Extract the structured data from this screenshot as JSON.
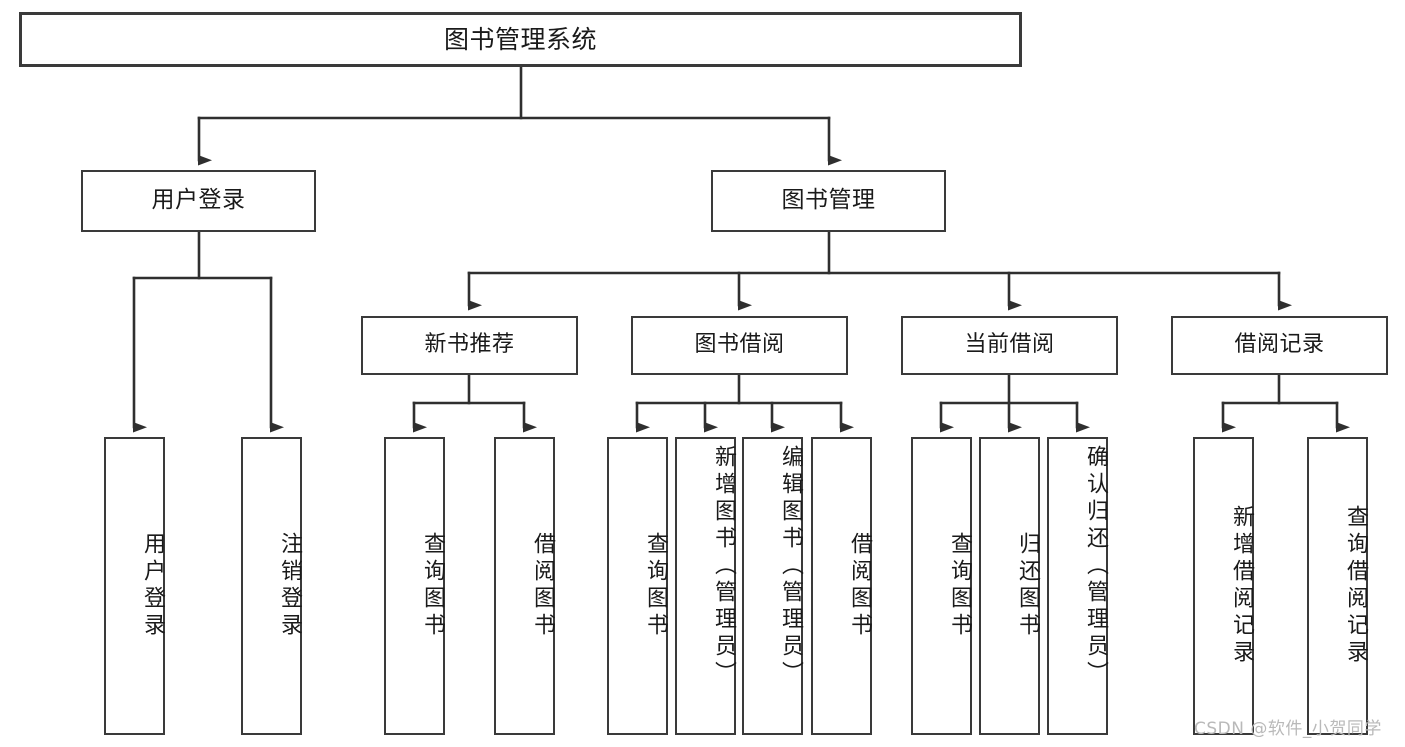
{
  "diagram": {
    "type": "tree",
    "title": "图书管理系统",
    "watermark": "CSDN @软件_小贺同学",
    "colors": {
      "box_border": "#3a3a3a",
      "box_fill": "#ffffff",
      "connector": "#2f2f2f",
      "text": "#1a1a1a",
      "watermark": "#b9b9b9",
      "background": "#ffffff"
    },
    "nodes": {
      "root": {
        "label": "图书管理系统"
      },
      "level2": [
        {
          "id": "user-login",
          "label": "用户登录"
        },
        {
          "id": "book-manage",
          "label": "图书管理"
        }
      ],
      "level3": [
        {
          "id": "new-book-rec",
          "label": "新书推荐"
        },
        {
          "id": "book-borrow",
          "label": "图书借阅"
        },
        {
          "id": "current-borrow",
          "label": "当前借阅"
        },
        {
          "id": "borrow-record",
          "label": "借阅记录"
        }
      ],
      "leaves": {
        "user-login": [
          {
            "id": "leaf-user-login",
            "label": "用户登录"
          },
          {
            "id": "leaf-logout",
            "label": "注销登录"
          }
        ],
        "new-book-rec": [
          {
            "id": "leaf-query-book-1",
            "label": "查询图书"
          },
          {
            "id": "leaf-borrow-book-1",
            "label": "借阅图书"
          }
        ],
        "book-borrow": [
          {
            "id": "leaf-query-book-2",
            "label": "查询图书"
          },
          {
            "id": "leaf-add-book",
            "label": "新增图书（管理员）"
          },
          {
            "id": "leaf-edit-book",
            "label": "编辑图书（管理员）"
          },
          {
            "id": "leaf-borrow-book-2",
            "label": "借阅图书"
          }
        ],
        "current-borrow": [
          {
            "id": "leaf-query-book-3",
            "label": "查询图书"
          },
          {
            "id": "leaf-return-book",
            "label": "归还图书"
          },
          {
            "id": "leaf-confirm-return",
            "label": "确认归还（管理员）"
          }
        ],
        "borrow-record": [
          {
            "id": "leaf-add-record",
            "label": "新增借阅记录"
          },
          {
            "id": "leaf-query-record",
            "label": "查询借阅记录"
          }
        ]
      }
    }
  }
}
